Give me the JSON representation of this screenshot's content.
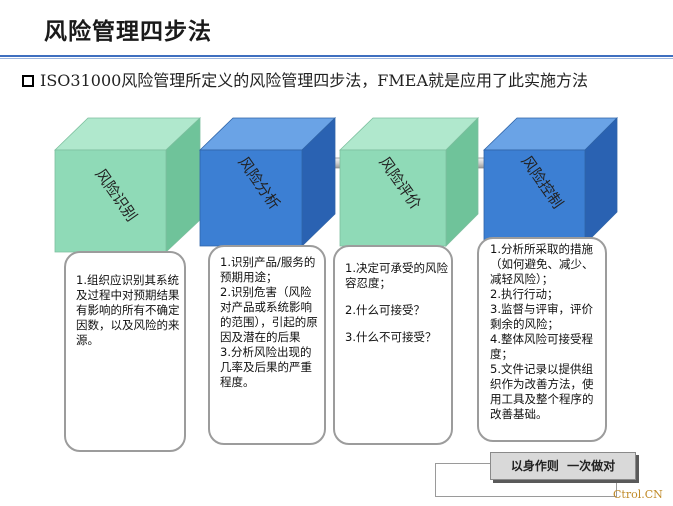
{
  "title": "风险管理四步法",
  "intro": "ISO31000风险管理所定义的风险管理四步法，FMEA就是应用了此实施方法",
  "colors": {
    "green_front": "#8fdab7",
    "green_top": "#b0e8cd",
    "green_side": "#6fc39a",
    "blue_front": "#3c7fd3",
    "blue_top": "#6aa3e6",
    "blue_side": "#2a62b2",
    "rule": "#3f6fbf"
  },
  "steps": [
    {
      "label": "风险识别",
      "lines": [
        "1.组织应识别其系统及过程中对预期结果有影响的所有不确定因数，以及风险的来源。"
      ]
    },
    {
      "label": "风险分析",
      "lines": [
        "1.识别产品/服务的预期用途；",
        "2.识别危害（风险对产品或系统影响的范围），引起的原因及潜在的后果",
        "3.分析风险出现的几率及后果的严重程度。"
      ]
    },
    {
      "label": "风险评价",
      "lines": [
        "1.决定可承受的风险容忍度；",
        "2.什么可接受？",
        "3.什么不可接受？"
      ]
    },
    {
      "label": "风险控制",
      "lines": [
        "1.分析所采取的措施（如何避免、减少、减轻风险）；",
        "2.执行行动；",
        "3.监督与评审，评价剩余的风险；",
        "4.整体风险可接受程度；",
        "5.文件记录以提供组织作为改善方法，使用工具及整个程序的改善基础。"
      ]
    }
  ],
  "motto": "以身作则 一次做对",
  "watermark": "Ctrol.CN"
}
